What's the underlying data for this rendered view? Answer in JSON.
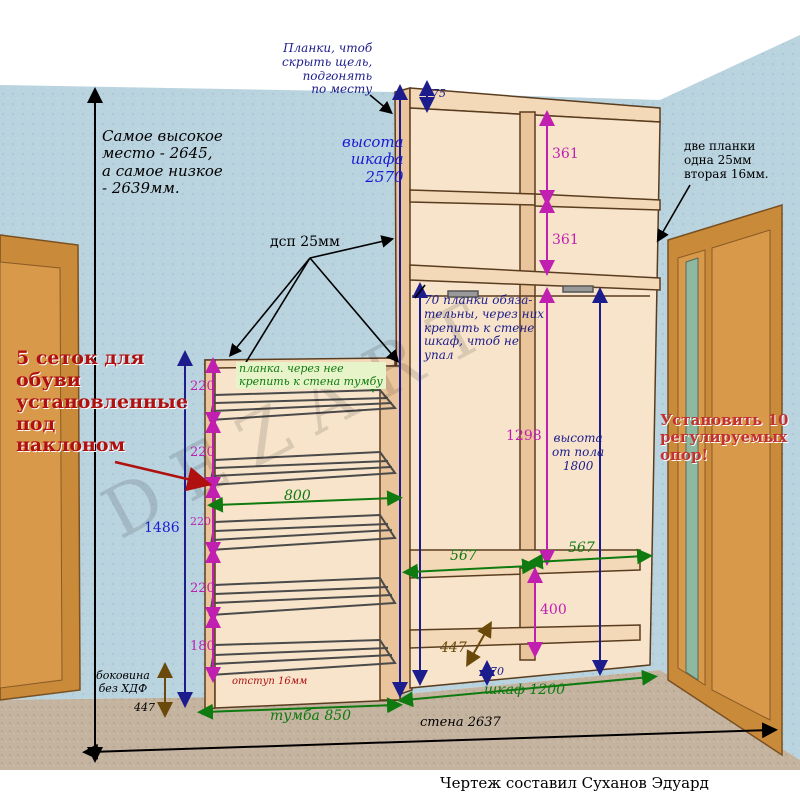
{
  "labels": {
    "top_note": "Планки, чтоб\nскрыть щель,\nподгонять\nпо месту",
    "height_note": "Самое высокое\nместо - 2645,\nа самое низкое\n- 2639мм.",
    "cabinet_height": "высота\nшкафа\n2570",
    "right_planks": "две планки\nодна 25мм\nвторая 16мм.",
    "dsp": "дсп 25мм",
    "shoe_nets": "5 сеток для\nобуви\nустановленные\nпод\nнаклоном",
    "plank_note": "планка. через нее\nкрепить к стена тумбу",
    "planks_70": "70 планки обяза-\nтельны, через них\nкрепить к стене\nшкаф, чтоб не\nупал",
    "install_supports": "Установить 10\nрегулируемых\nопор!",
    "height_from_floor": "высота\nот пола\n1800",
    "sidewall": "боковина\nбез ХДФ",
    "offset": "отступ 16мм",
    "tumba": "тумба 850",
    "shkaf": "шкаф 1200",
    "wall": "стена 2637",
    "credit": "Чертеж составил Суханов Эдуард",
    "watermark": "D E Z A R T"
  },
  "dims": {
    "d75": "75",
    "d361a": "361",
    "d361b": "361",
    "d220a": "220",
    "d220b": "220",
    "d220c": "220",
    "d220d": "220",
    "d180": "180",
    "d1486": "1486",
    "d800": "800",
    "d1298": "1298",
    "d567a": "567",
    "d567b": "567",
    "d400": "400",
    "d447a": "447",
    "d447b": "447",
    "d70": "70"
  },
  "colors": {
    "wall": "#b9d3df",
    "floor": "#c4b39f",
    "wood": "#f3d9b8",
    "door": "#c98a3a",
    "dim_navy": "#1c1c8c",
    "dim_magenta": "#c01fb0",
    "dim_green": "#0f7a0f",
    "dim_brown": "#6a4a0a",
    "accent_red": "#b01010"
  }
}
